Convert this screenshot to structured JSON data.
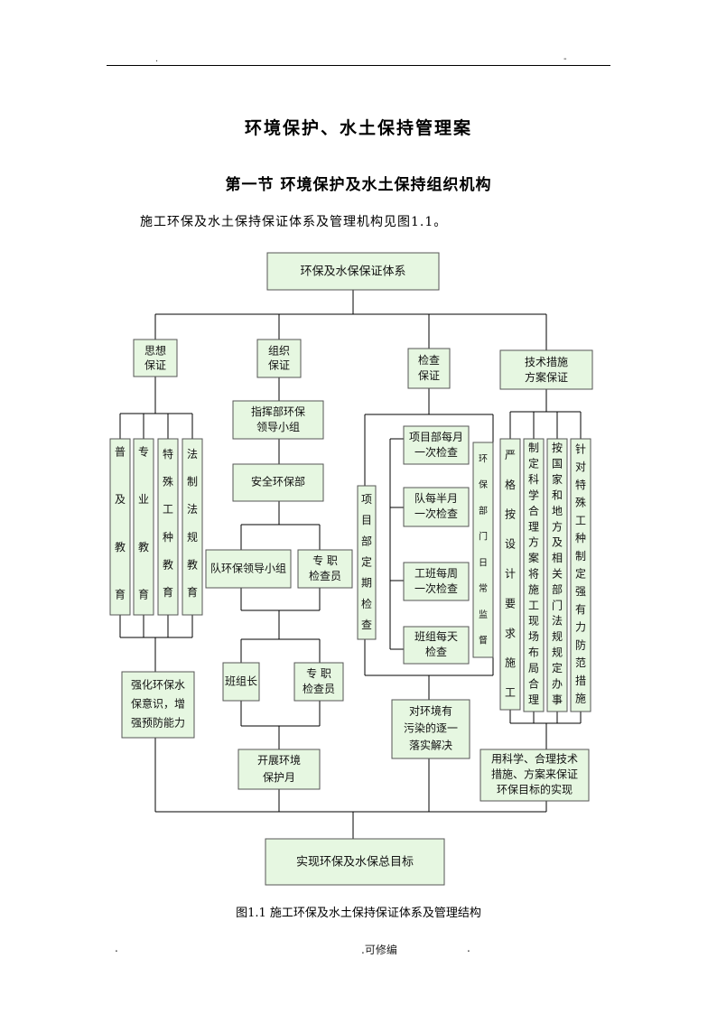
{
  "header": {
    "left_mark": ".",
    "right_mark": "-"
  },
  "title": "环境保护、水土保持管理案",
  "section_title": "第一节  环境保护及水土保持组织机构",
  "intro": "施工环保及水土保持保证体系及管理机构见图1.1。",
  "diagram": {
    "top": "环保及水保保证体系",
    "col1": {
      "header": [
        "思想",
        "保证"
      ],
      "items": [
        [
          "普",
          "",
          "及",
          "",
          "教",
          "",
          "育"
        ],
        [
          "专",
          "",
          "业",
          "",
          "教",
          "",
          "育"
        ],
        [
          "特",
          "殊",
          "工",
          "种",
          "教",
          "育"
        ],
        [
          "法",
          "制",
          "法",
          "规",
          "教",
          "育"
        ]
      ],
      "result": [
        "强化环保水",
        "保意识，增",
        "强预防能力"
      ]
    },
    "col2": {
      "header": [
        "组织",
        "保证"
      ],
      "leader": [
        "指挥部环保",
        "领导小组"
      ],
      "dept": "安全环保部",
      "team_group": "队环保领导小组",
      "inspector": [
        "专  职",
        "检查员"
      ],
      "squad_leader": "班组长",
      "squad_inspector": [
        "专  职",
        "检查员"
      ],
      "result": [
        "开展环境",
        "保护月"
      ]
    },
    "col3": {
      "header": [
        "检查",
        "保证"
      ],
      "periodic": [
        "项",
        "目",
        "部",
        "定",
        "期",
        "检",
        "查"
      ],
      "checks": [
        [
          "项目部每月",
          "一次检查"
        ],
        [
          "队每半月",
          "一次检查"
        ],
        [
          "工班每周",
          "一次检查"
        ],
        [
          "班组每天",
          "检查"
        ]
      ],
      "daily": [
        "环",
        "保",
        "部",
        "门",
        "日",
        "常",
        "监",
        "督"
      ],
      "result": [
        "对环境有",
        "污染的逐一",
        "落实解决"
      ]
    },
    "col4": {
      "header": [
        "技术措施",
        "方案保证"
      ],
      "items": [
        [
          "严",
          "格",
          "按",
          "设",
          "计",
          "要",
          "求",
          "施",
          "工"
        ],
        [
          "制",
          "定",
          "科",
          "学",
          "合",
          "理",
          "方",
          "案",
          "将",
          "施",
          "工",
          "现",
          "场",
          "布",
          "局",
          "合",
          "理"
        ],
        [
          "按",
          "国",
          "家",
          "和",
          "地",
          "方",
          "及",
          "相",
          "关",
          "部",
          "门",
          "法",
          "规",
          "规",
          "定",
          "办",
          "事"
        ],
        [
          "针",
          "对",
          "特",
          "殊",
          "工",
          "种",
          "制",
          "定",
          "强",
          "有",
          "力",
          "防",
          "范",
          "措",
          "施"
        ]
      ],
      "result": [
        "用科学、合理技术",
        "措施、方案来保证",
        "环保目标的实现"
      ]
    },
    "bottom": "实现环保及水保总目标"
  },
  "caption": "图1.1  施工环保及水土保持保证体系及管理结构",
  "footer": {
    "left": ".",
    "center": ".可修编",
    "right": "."
  },
  "colors": {
    "box_fill": "#e6f7e1",
    "box_stroke": "#555555",
    "line": "#000000"
  }
}
